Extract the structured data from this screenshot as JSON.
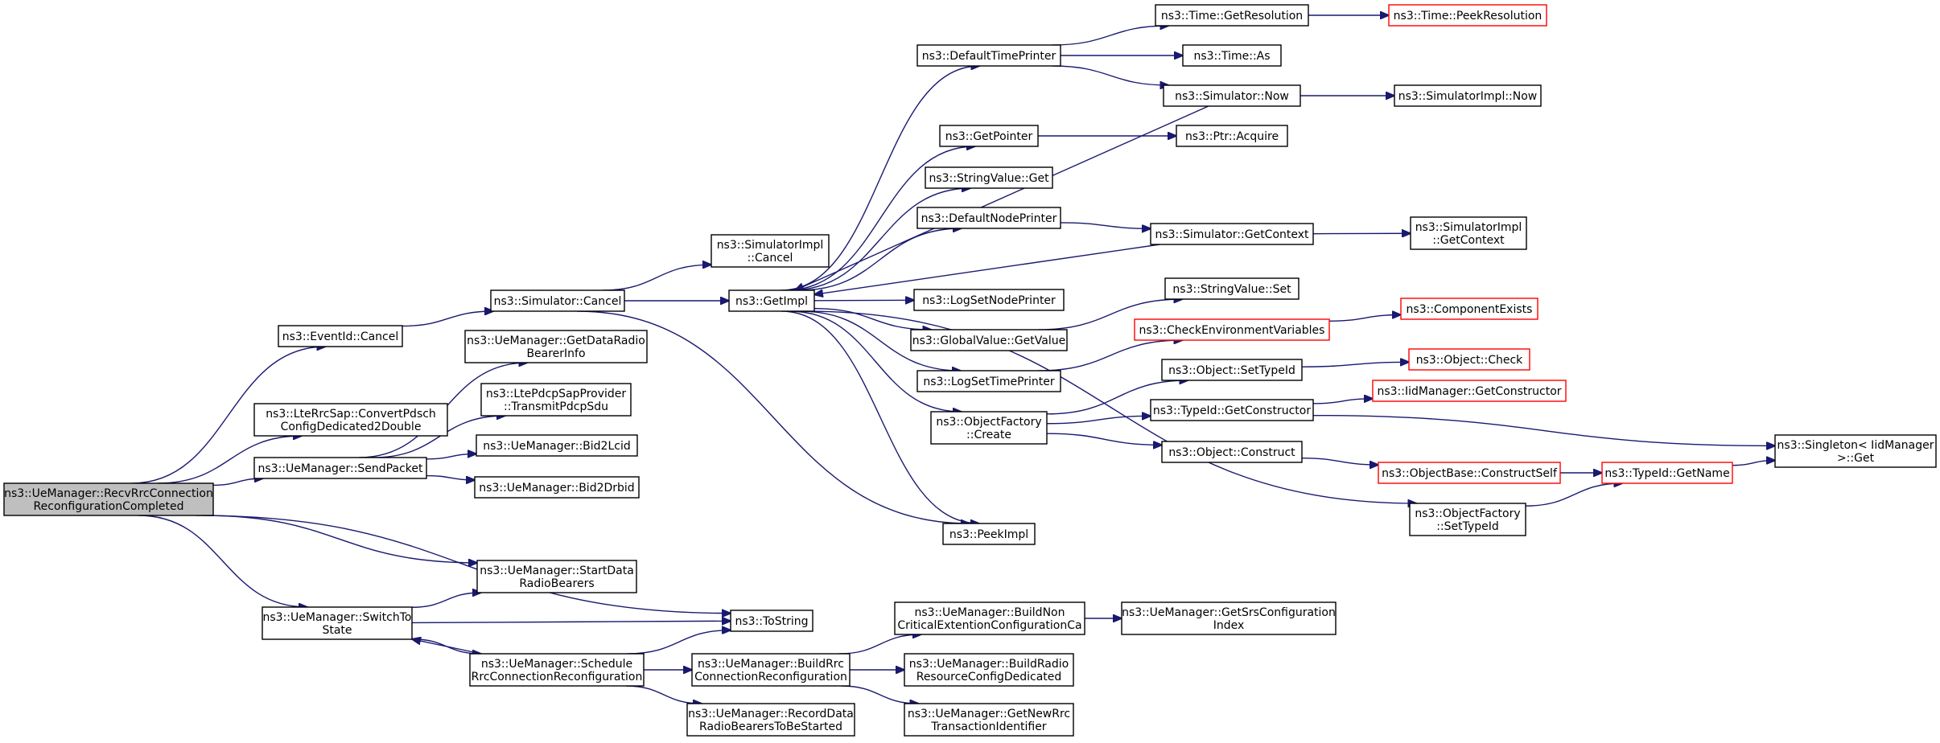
{
  "colors": {
    "edge": "#191970",
    "root_fill": "#bfbfbf",
    "external_border": "#ff0000"
  },
  "nodes": [
    {
      "id": "root",
      "lines": [
        "ns3::UeManager::RecvRrcConnection",
        "ReconfigurationCompleted"
      ],
      "style": "root"
    },
    {
      "id": "eventid_cancel",
      "lines": [
        "ns3::EventId::Cancel"
      ]
    },
    {
      "id": "convert_pdsch",
      "lines": [
        "ns3::LteRrcSap::ConvertPdsch",
        "ConfigDedicated2Double"
      ]
    },
    {
      "id": "send_packet",
      "lines": [
        "ns3::UeManager::SendPacket"
      ]
    },
    {
      "id": "switch_to_state",
      "lines": [
        "ns3::UeManager::SwitchTo",
        "State"
      ]
    },
    {
      "id": "sim_cancel",
      "lines": [
        "ns3::Simulator::Cancel"
      ]
    },
    {
      "id": "get_data_radio",
      "lines": [
        "ns3::UeManager::GetDataRadio",
        "BearerInfo"
      ]
    },
    {
      "id": "transmit_pdcp",
      "lines": [
        "ns3::LtePdcpSapProvider",
        "::TransmitPdcpSdu"
      ]
    },
    {
      "id": "bid2lcid",
      "lines": [
        "ns3::UeManager::Bid2Lcid"
      ]
    },
    {
      "id": "bid2drbid",
      "lines": [
        "ns3::UeManager::Bid2Drbid"
      ]
    },
    {
      "id": "start_data",
      "lines": [
        "ns3::UeManager::StartData",
        "RadioBearers"
      ]
    },
    {
      "id": "schedule_rrc",
      "lines": [
        "ns3::UeManager::Schedule",
        "RrcConnectionReconfiguration"
      ]
    },
    {
      "id": "simimpl_cancel",
      "lines": [
        "ns3::SimulatorImpl",
        "::Cancel"
      ]
    },
    {
      "id": "get_impl",
      "lines": [
        "ns3::GetImpl"
      ]
    },
    {
      "id": "to_string",
      "lines": [
        "ns3::ToString"
      ]
    },
    {
      "id": "build_rrc",
      "lines": [
        "ns3::UeManager::BuildRrc",
        "ConnectionReconfiguration"
      ]
    },
    {
      "id": "record_data",
      "lines": [
        "ns3::UeManager::RecordData",
        "RadioBearersToBeStarted"
      ]
    },
    {
      "id": "default_time_printer",
      "lines": [
        "ns3::DefaultTimePrinter"
      ]
    },
    {
      "id": "get_pointer",
      "lines": [
        "ns3::GetPointer"
      ]
    },
    {
      "id": "stringvalue_get",
      "lines": [
        "ns3::StringValue::Get"
      ]
    },
    {
      "id": "default_node_printer",
      "lines": [
        "ns3::DefaultNodePrinter"
      ]
    },
    {
      "id": "log_set_node_printer",
      "lines": [
        "ns3::LogSetNodePrinter"
      ]
    },
    {
      "id": "globalvalue_getvalue",
      "lines": [
        "ns3::GlobalValue::GetValue"
      ]
    },
    {
      "id": "log_set_time_printer",
      "lines": [
        "ns3::LogSetTimePrinter"
      ]
    },
    {
      "id": "objectfactory_create",
      "lines": [
        "ns3::ObjectFactory",
        "::Create"
      ]
    },
    {
      "id": "peek_impl",
      "lines": [
        "ns3::PeekImpl"
      ]
    },
    {
      "id": "build_non_critical",
      "lines": [
        "ns3::UeManager::BuildNon",
        "CriticalExtentionConfigurationCa"
      ]
    },
    {
      "id": "build_radio_resource",
      "lines": [
        "ns3::UeManager::BuildRadio",
        "ResourceConfigDedicated"
      ]
    },
    {
      "id": "get_new_rrc",
      "lines": [
        "ns3::UeManager::GetNewRrc",
        "TransactionIdentifier"
      ]
    },
    {
      "id": "time_get_resolution",
      "lines": [
        "ns3::Time::GetResolution"
      ]
    },
    {
      "id": "time_as",
      "lines": [
        "ns3::Time::As"
      ]
    },
    {
      "id": "simulator_now",
      "lines": [
        "ns3::Simulator::Now"
      ]
    },
    {
      "id": "ptr_acquire",
      "lines": [
        "ns3::Ptr::Acquire"
      ]
    },
    {
      "id": "simulator_get_context",
      "lines": [
        "ns3::Simulator::GetContext"
      ]
    },
    {
      "id": "stringvalue_set",
      "lines": [
        "ns3::StringValue::Set"
      ]
    },
    {
      "id": "check_env_vars",
      "lines": [
        "ns3::CheckEnvironmentVariables"
      ],
      "style": "red"
    },
    {
      "id": "object_set_typeid",
      "lines": [
        "ns3::Object::SetTypeId"
      ]
    },
    {
      "id": "typeid_get_constructor",
      "lines": [
        "ns3::TypeId::GetConstructor"
      ]
    },
    {
      "id": "object_construct",
      "lines": [
        "ns3::Object::Construct"
      ]
    },
    {
      "id": "objectfactory_set_typeid",
      "lines": [
        "ns3::ObjectFactory",
        "::SetTypeId"
      ]
    },
    {
      "id": "get_srs_config",
      "lines": [
        "ns3::UeManager::GetSrsConfiguration",
        "Index"
      ]
    },
    {
      "id": "time_peek_resolution",
      "lines": [
        "ns3::Time::PeekResolution"
      ],
      "style": "red"
    },
    {
      "id": "simimpl_now",
      "lines": [
        "ns3::SimulatorImpl::Now"
      ]
    },
    {
      "id": "simimpl_get_context",
      "lines": [
        "ns3::SimulatorImpl",
        "::GetContext"
      ]
    },
    {
      "id": "component_exists",
      "lines": [
        "ns3::ComponentExists"
      ],
      "style": "red"
    },
    {
      "id": "object_check",
      "lines": [
        "ns3::Object::Check"
      ],
      "style": "red"
    },
    {
      "id": "iidmanager_get_constructor",
      "lines": [
        "ns3::IidManager::GetConstructor"
      ],
      "style": "red"
    },
    {
      "id": "objectbase_construct_self",
      "lines": [
        "ns3::ObjectBase::ConstructSelf"
      ],
      "style": "red"
    },
    {
      "id": "typeid_get_name",
      "lines": [
        "ns3::TypeId::GetName"
      ],
      "style": "red"
    },
    {
      "id": "singleton_get",
      "lines": [
        "ns3::Singleton< IidManager",
        ">::Get"
      ]
    }
  ],
  "edges": [
    [
      "root",
      "eventid_cancel"
    ],
    [
      "root",
      "convert_pdsch"
    ],
    [
      "root",
      "send_packet"
    ],
    [
      "root",
      "start_data"
    ],
    [
      "root",
      "switch_to_state"
    ],
    [
      "root",
      "to_string"
    ],
    [
      "eventid_cancel",
      "sim_cancel"
    ],
    [
      "sim_cancel",
      "simimpl_cancel"
    ],
    [
      "sim_cancel",
      "get_impl"
    ],
    [
      "sim_cancel",
      "peek_impl"
    ],
    [
      "send_packet",
      "get_data_radio"
    ],
    [
      "send_packet",
      "transmit_pdcp"
    ],
    [
      "send_packet",
      "bid2lcid"
    ],
    [
      "send_packet",
      "bid2drbid"
    ],
    [
      "switch_to_state",
      "start_data"
    ],
    [
      "switch_to_state",
      "to_string"
    ],
    [
      "switch_to_state",
      "schedule_rrc"
    ],
    [
      "schedule_rrc",
      "switch_to_state"
    ],
    [
      "schedule_rrc",
      "to_string"
    ],
    [
      "schedule_rrc",
      "build_rrc"
    ],
    [
      "schedule_rrc",
      "record_data"
    ],
    [
      "build_rrc",
      "build_non_critical"
    ],
    [
      "build_rrc",
      "build_radio_resource"
    ],
    [
      "build_rrc",
      "get_new_rrc"
    ],
    [
      "build_non_critical",
      "get_srs_config"
    ],
    [
      "get_impl",
      "default_time_printer"
    ],
    [
      "get_impl",
      "get_pointer"
    ],
    [
      "get_impl",
      "stringvalue_get"
    ],
    [
      "get_impl",
      "default_node_printer"
    ],
    [
      "get_impl",
      "log_set_node_printer"
    ],
    [
      "get_impl",
      "globalvalue_getvalue"
    ],
    [
      "get_impl",
      "log_set_time_printer"
    ],
    [
      "get_impl",
      "objectfactory_create"
    ],
    [
      "get_impl",
      "peek_impl"
    ],
    [
      "get_impl",
      "objectfactory_set_typeid"
    ],
    [
      "default_time_printer",
      "time_get_resolution"
    ],
    [
      "default_time_printer",
      "time_as"
    ],
    [
      "default_time_printer",
      "simulator_now"
    ],
    [
      "simulator_now",
      "get_impl"
    ],
    [
      "simulator_now",
      "simimpl_now"
    ],
    [
      "time_get_resolution",
      "time_peek_resolution"
    ],
    [
      "get_pointer",
      "ptr_acquire"
    ],
    [
      "default_node_printer",
      "simulator_get_context"
    ],
    [
      "simulator_get_context",
      "get_impl"
    ],
    [
      "simulator_get_context",
      "simimpl_get_context"
    ],
    [
      "globalvalue_getvalue",
      "stringvalue_set"
    ],
    [
      "log_set_time_printer",
      "check_env_vars"
    ],
    [
      "check_env_vars",
      "component_exists"
    ],
    [
      "objectfactory_create",
      "object_set_typeid"
    ],
    [
      "objectfactory_create",
      "typeid_get_constructor"
    ],
    [
      "objectfactory_create",
      "object_construct"
    ],
    [
      "object_set_typeid",
      "object_check"
    ],
    [
      "typeid_get_constructor",
      "iidmanager_get_constructor"
    ],
    [
      "typeid_get_constructor",
      "singleton_get"
    ],
    [
      "object_construct",
      "objectbase_construct_self"
    ],
    [
      "objectbase_construct_self",
      "typeid_get_name"
    ],
    [
      "objectfactory_set_typeid",
      "typeid_get_name"
    ],
    [
      "typeid_get_name",
      "singleton_get"
    ]
  ]
}
